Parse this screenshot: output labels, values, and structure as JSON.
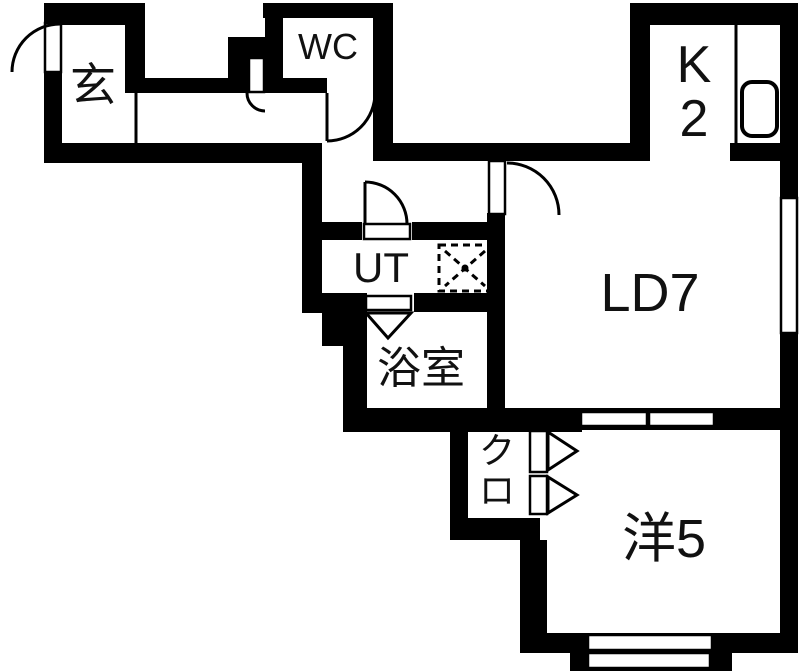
{
  "floorplan": {
    "type": "apartment-floor-plan",
    "colors": {
      "wall": "#000000",
      "background": "#ffffff",
      "text": "#111111"
    },
    "rooms": {
      "genkan": {
        "label": "玄"
      },
      "wc": {
        "label": "WC"
      },
      "kitchen": {
        "label": "K2",
        "char1": "K",
        "char2": "2"
      },
      "living_dining": {
        "label": "LD7"
      },
      "utility": {
        "label": "UT"
      },
      "bathroom": {
        "label": "浴室"
      },
      "closet": {
        "label": "クロ",
        "char1": "ク",
        "char2": "ロ"
      },
      "western_room": {
        "label": "洋5"
      }
    }
  }
}
